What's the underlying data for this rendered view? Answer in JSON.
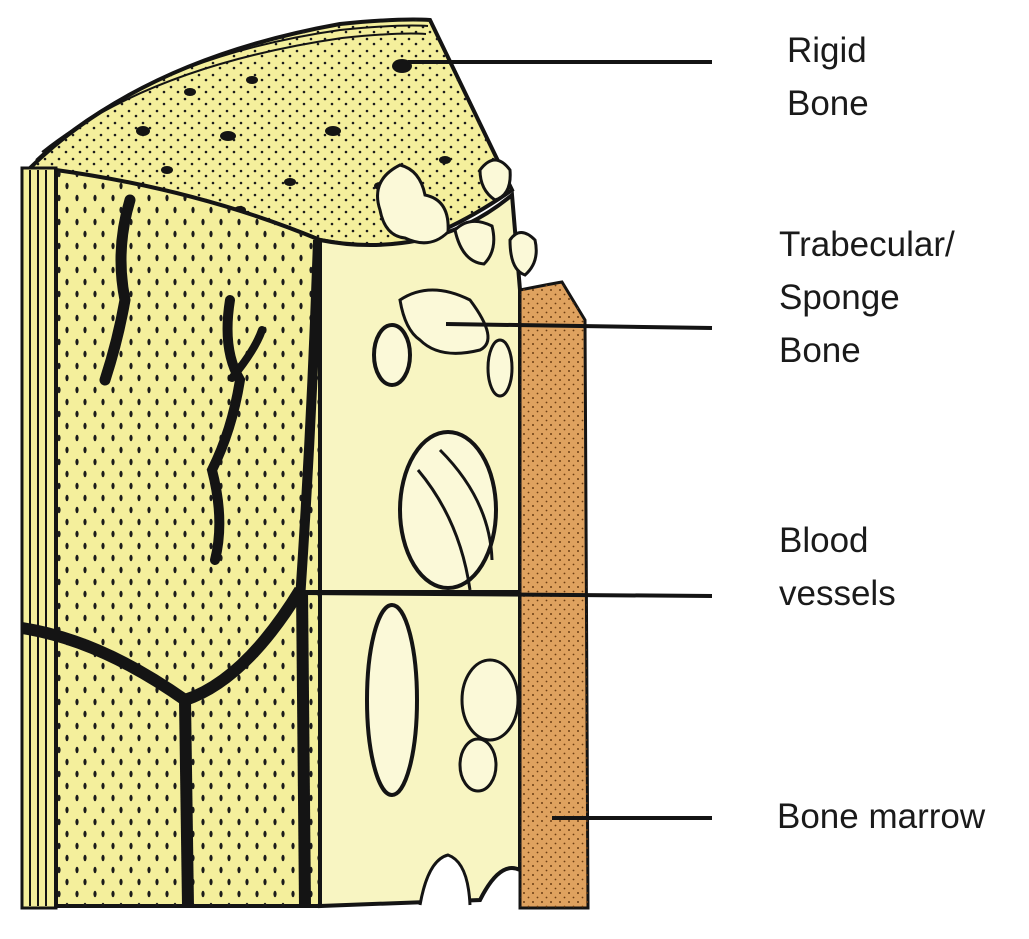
{
  "labels": {
    "rigid_bone": "Rigid\nBone",
    "trabecular_bone": "Trabecular/\nSponge\nBone",
    "blood_vessels": "Blood\nvessels",
    "bone_marrow": "Bone marrow"
  },
  "colors": {
    "bone_fill": "#f4ef9c",
    "bone_fill_light": "#f8f5c2",
    "marrow_fill": "#dfa25f",
    "outline": "#141414",
    "leader_line": "#141414",
    "text": "#1a1a1a",
    "background": "#ffffff"
  }
}
